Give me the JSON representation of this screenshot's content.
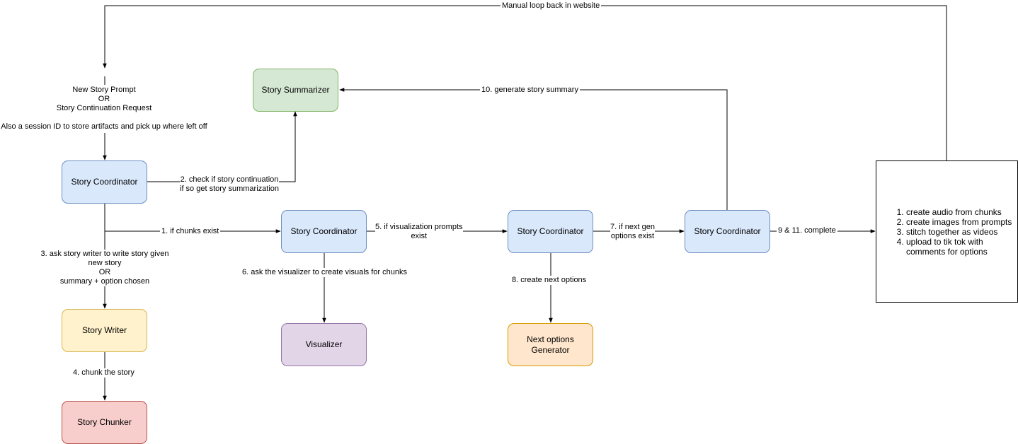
{
  "nodes": {
    "coordinator_1": "Story Coordinator",
    "coordinator_2": "Story Coordinator",
    "coordinator_3": "Story Coordinator",
    "coordinator_4": "Story Coordinator",
    "summarizer": "Story Summarizer",
    "writer": "Story Writer",
    "chunker": "Story Chunker",
    "visualizer": "Visualizer",
    "next_options_line1": "Next options",
    "next_options_line2": "Generator"
  },
  "input": {
    "line1": "New Story Prompt",
    "line2": "OR",
    "line3": "Story Continuation Request",
    "line4": "Also a session ID to store artifacts and pick up where left off"
  },
  "edges": {
    "loop_back": "Manual loop back in website",
    "summary": "10. generate story summary",
    "check_line1": "2. check if story continuation",
    "check_line2": "if so get story summarization",
    "chunks_exist": "1. if chunks exist",
    "ask_writer_line1": "3. ask story writer to write story given",
    "ask_writer_line2": "new story",
    "ask_writer_line3": "OR",
    "ask_writer_line4": "summary + option chosen",
    "chunk_story": "4. chunk the story",
    "viz_prompts_line1": "5. if visualization prompts",
    "viz_prompts_line2": "exist",
    "ask_visualizer": "6. ask the visualizer to create visuals for chunks",
    "next_gen_line1": "7. if next gen",
    "next_gen_line2": "options exist",
    "create_next": "8. create next options",
    "complete": "9 & 11. complete"
  },
  "final_steps": [
    "create audio from chunks",
    "create images from prompts",
    "stitch together as videos",
    "upload to tik tok with comments for options"
  ]
}
